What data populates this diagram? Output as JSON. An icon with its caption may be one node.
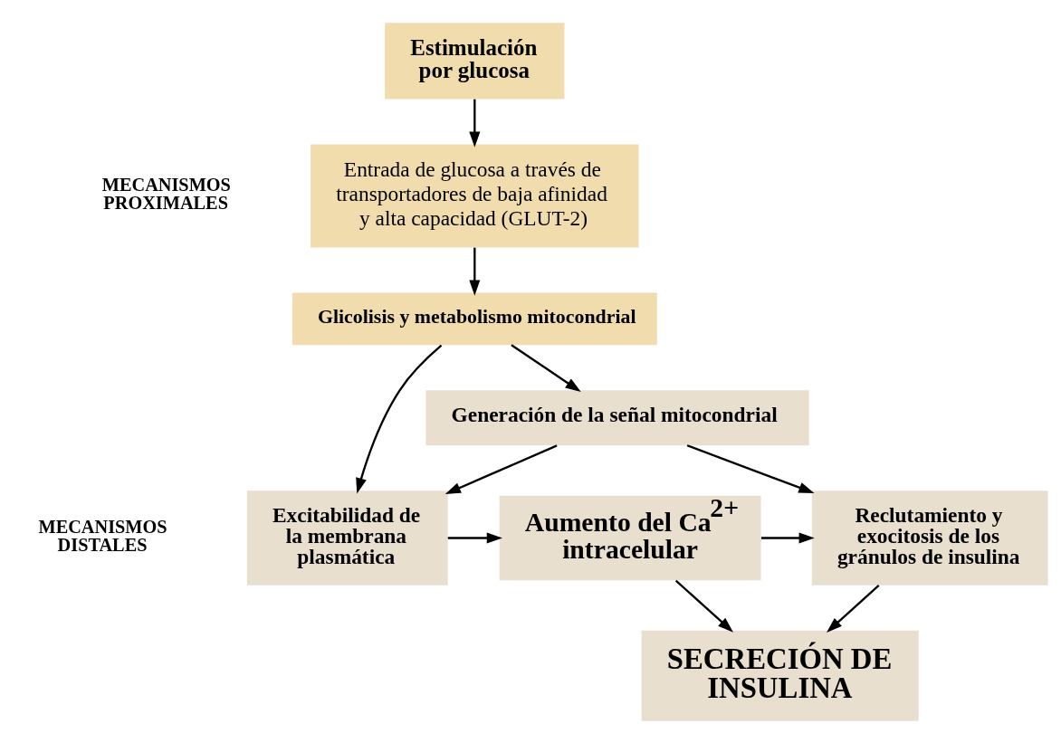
{
  "diagram": {
    "nodes": [
      {
        "text": [
          "Estimulación por glucosa"
        ]
      },
      {
        "text": [
          "Entrada de glucosa a través de transportadores de baja afinidad y alta capacidad (GLUT-2)"
        ]
      },
      {
        "text": [
          "Glicolisis y metabolismo mitocondrial"
        ]
      },
      {
        "text": [
          "Generación de la señal mitocondrial"
        ]
      },
      {
        "text": [
          "Excitabilidad de la membrana plasmática"
        ]
      },
      {
        "text": [
          "Aumento del Ca$^{2+}$ intracelular"
        ]
      },
      {
        "text": [
          "Reclutamiento y exocitosis de los gránulos de insulina"
        ]
      },
      {
        "text": [
          "SECRECIÓN DE INSULINA"
        ]
      }
    ],
    "edges": [
      {
        "from": 0,
        "to": 1,
        "arrow": "to"
      },
      {
        "from": 1,
        "to": 2,
        "arrow": "to"
      },
      {
        "from": 2,
        "to": 4,
        "arrow": "to"
      },
      {
        "from": 2,
        "to": 3,
        "arrow": "to"
      },
      {
        "from": 3,
        "to": 4,
        "arrow": "to"
      },
      {
        "from": 3,
        "to": 6,
        "arrow": "to"
      },
      {
        "from": 4,
        "to": 5,
        "arrow": "to"
      },
      {
        "from": 5,
        "to": 6,
        "arrow": "to"
      },
      {
        "from": 5,
        "to": 7,
        "arrow": "to"
      },
      {
        "from": 6,
        "to": 7,
        "arrow": "to"
      }
    ],
    "labels": [
      "MECANISMOS PROXIMALES",
      "MECANISMOS DISTALES"
    ]
  }
}
